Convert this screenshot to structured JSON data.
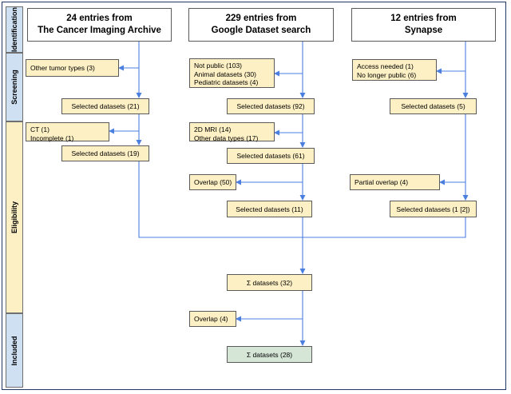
{
  "phases": {
    "identification": "Identification",
    "screening": "Screening",
    "eligibility": "Eligibility",
    "included": "Included"
  },
  "sources": {
    "tcia": {
      "line1": "24 entries from",
      "line2": "The Cancer Imaging Archive"
    },
    "google": {
      "line1": "229 entries from",
      "line2": "Google Dataset search"
    },
    "synapse": {
      "line1": "12 entries from",
      "line2": "Synapse"
    }
  },
  "tcia": {
    "excluded_screening": [
      "Other tumor types (3)"
    ],
    "selected_screening": "Selected datasets (21)",
    "excluded_eligibility": [
      "CT (1)",
      "Incomplete (1)"
    ],
    "selected_eligibility": "Selected datasets (19)"
  },
  "google": {
    "excluded_screening": [
      "Not public (103)",
      "Animal datasets (30)",
      "Pediatric datasets (4)"
    ],
    "selected_screening": "Selected datasets (92)",
    "excluded_eligibility": [
      "2D MRI (14)",
      "Other data types (17)"
    ],
    "selected_eligibility": "Selected datasets (61)",
    "excluded_overlap": "Overlap (50)",
    "selected_final": "Selected datasets (11)"
  },
  "synapse": {
    "excluded_screening": [
      "Access needed (1)",
      "No longer public (6)"
    ],
    "selected_screening": "Selected datasets (5)",
    "excluded_overlap": "Partial overlap (4)",
    "selected_final": "Selected datasets (1 [2])"
  },
  "merge": {
    "sum": "Σ datasets (32)",
    "excluded_overlap": "Overlap (4)",
    "final": "Σ datasets (28)"
  },
  "colors": {
    "arrow": "#4a7fe0",
    "box_fill": "#fdf0c4",
    "final_fill": "#d5e6d6",
    "phase_blue": "#cfe0f3",
    "frame": "#1f3864"
  }
}
